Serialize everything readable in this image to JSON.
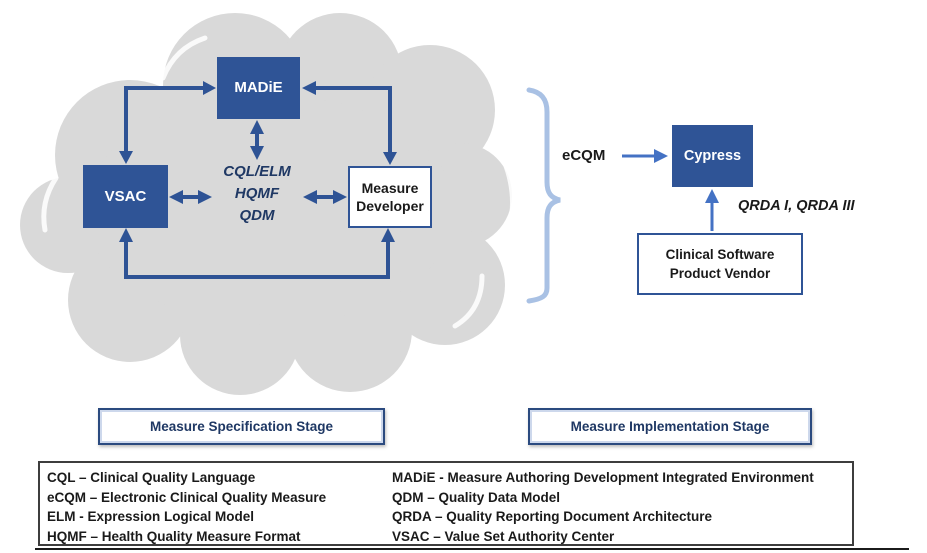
{
  "colors": {
    "node_fill": "#2F5496",
    "node_text": "#FFFFFF",
    "arrow_dark": "#2E5395",
    "arrow_medium": "#4472C4",
    "brace": "#A9C1E4",
    "cloud": "#D9D9D9",
    "navy_text": "#1F3864",
    "black_text": "#1A1A1A"
  },
  "cloud_stage": {
    "nodes": {
      "madie": "MADiE",
      "vsac": "VSAC",
      "measure_developer": "Measure Developer"
    },
    "artifacts": [
      "CQL/ELM",
      "HQMF",
      "QDM"
    ]
  },
  "implementation_stage": {
    "ecqm_label": "eCQM",
    "cypress": "Cypress",
    "qrda_label": "QRDA I, QRDA III",
    "vendor": "Clinical Software Product Vendor"
  },
  "stage_labels": {
    "specification": "Measure Specification Stage",
    "implementation": "Measure Implementation Stage"
  },
  "legend": {
    "left": [
      "CQL – Clinical Quality Language",
      "eCQM – Electronic Clinical Quality Measure",
      "ELM - Expression Logical Model",
      "HQMF – Health Quality Measure Format"
    ],
    "right": [
      "MADiE - Measure Authoring Development Integrated Environment",
      "QDM – Quality Data Model",
      "QRDA – Quality Reporting Document Architecture",
      "VSAC – Value Set Authority Center"
    ]
  }
}
